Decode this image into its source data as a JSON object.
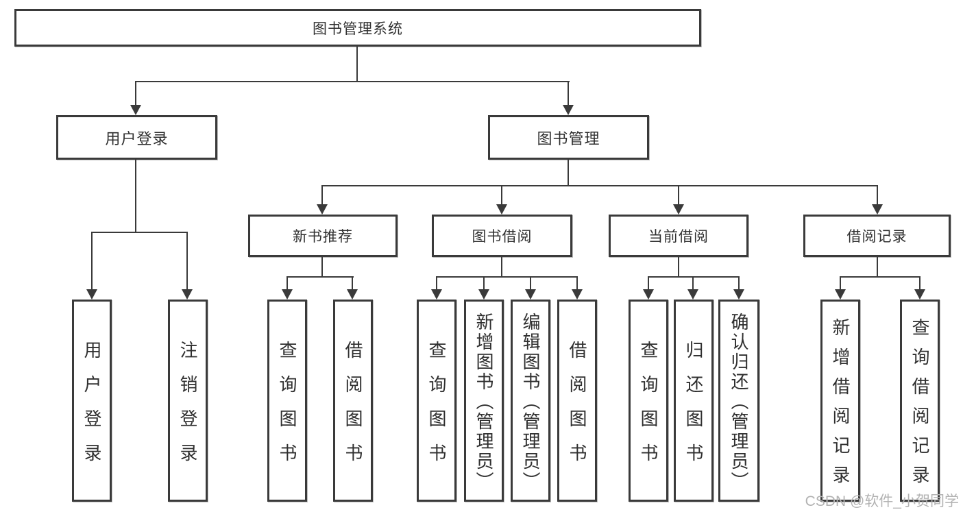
{
  "tree": {
    "label": "图书管理系统",
    "children": [
      {
        "label": "用户登录",
        "children": [
          {
            "label": "用户登录"
          },
          {
            "label": "注销登录"
          }
        ]
      },
      {
        "label": "图书管理",
        "children": [
          {
            "label": "新书推荐",
            "children": [
              {
                "label": "查询图书"
              },
              {
                "label": "借阅图书"
              }
            ]
          },
          {
            "label": "图书借阅",
            "children": [
              {
                "label": "查询图书"
              },
              {
                "label": "新增图书（管理员）"
              },
              {
                "label": "编辑图书（管理员）"
              },
              {
                "label": "借阅图书"
              }
            ]
          },
          {
            "label": "当前借阅",
            "children": [
              {
                "label": "查询图书"
              },
              {
                "label": "归还图书"
              },
              {
                "label": "确认归还（管理员）"
              }
            ]
          },
          {
            "label": "借阅记录",
            "children": [
              {
                "label": "新增借阅记录"
              },
              {
                "label": "查询借阅记录"
              }
            ]
          }
        ]
      }
    ]
  },
  "watermark": "CSDN @软件_小贺同学",
  "colors": {
    "line": "#3a3a3a",
    "text": "#2f2f2f",
    "watermark": "#b3b3b3",
    "background": "#ffffff"
  }
}
